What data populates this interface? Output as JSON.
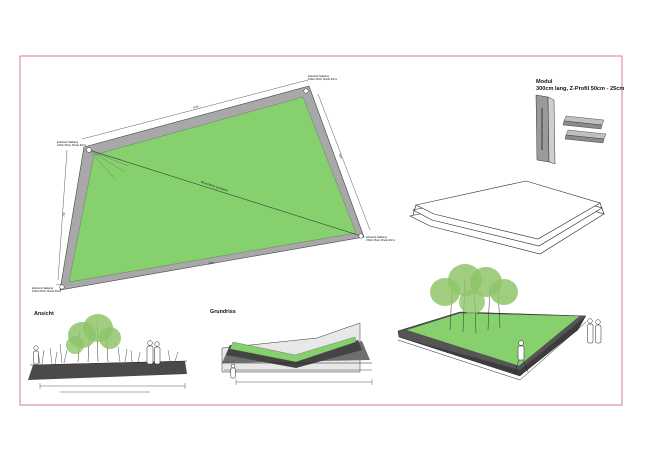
{
  "colors": {
    "frame": "#d77ab0",
    "lawn": "#86d06e",
    "steel": "#a8a8a8",
    "steel_dark": "#555555",
    "tree": "#8fc46a",
    "ink": "#111111"
  },
  "sections": {
    "ansicht": "Ansicht",
    "grundriss": "Grundriss",
    "modul_title": "Modul",
    "modul_spec": "300cm lang, Z-Profil 50cm - 25cm"
  },
  "plan_labels": {
    "corner_top_right": [
      "Eckstück Saklaing",
      "150cm Breit, Breite 90cm"
    ],
    "corner_left": [
      "Eckstück Saklaing",
      "150cm Breit, Breite 90cm"
    ],
    "corner_bottom_left": [
      "Eckstück Saklaing",
      "150cm Breit, Breite 90cm"
    ],
    "corner_right": [
      "Eckstück Saklaing",
      "150cm Breit, Breite 90cm"
    ],
    "diagonal": "Wiesenfläche gesäugrau",
    "dim_top": "1100",
    "dim_left": "700",
    "dim_right": "850",
    "dim_bottom": "1250"
  },
  "icons": [
    "person-silhouette-icon",
    "tree-icon",
    "grass-icon"
  ]
}
